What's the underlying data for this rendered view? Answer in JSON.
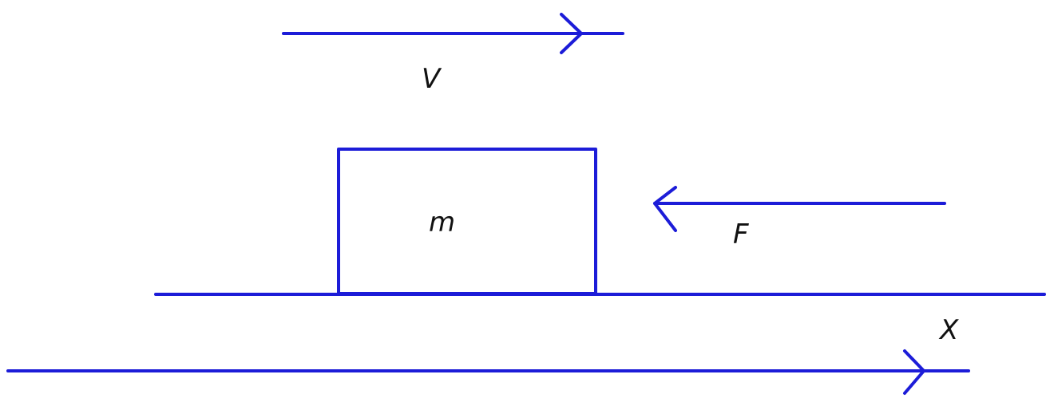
{
  "labels": {
    "velocity": "V",
    "mass": "m",
    "force": "F",
    "axis": "X"
  },
  "colors": {
    "lines": "#1c1cd8",
    "text": "#111111"
  }
}
